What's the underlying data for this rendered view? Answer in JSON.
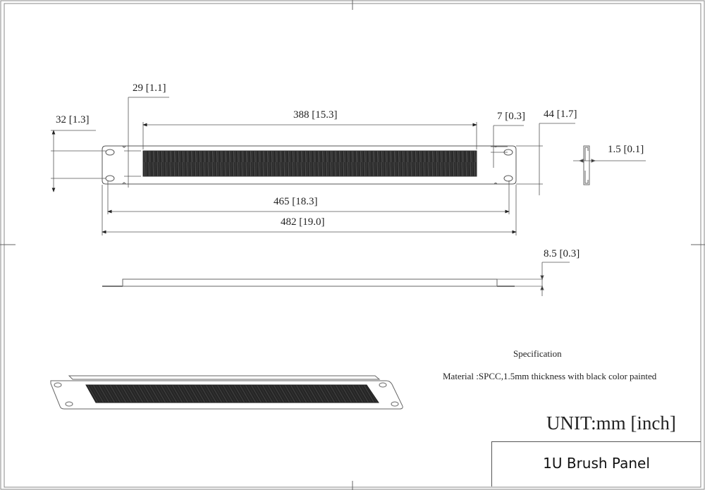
{
  "drawing": {
    "title": "1U Brush Panel",
    "unit_label": "UNIT:mm [inch]",
    "specification": {
      "heading": "Specification",
      "material": "Material :SPCC,1.5mm thickness with black color painted"
    },
    "dimensions": {
      "hole_spacing": "32 [1.3]",
      "brush_offset": "29 [1.1]",
      "brush_width": "388 [15.3]",
      "hole_edge": "7 [0.3]",
      "panel_height": "44 [1.7]",
      "thickness": "1.5 [0.1]",
      "hole_center_width": "465 [18.3]",
      "overall_width": "482 [19.0]",
      "flange_depth": "8.5 [0.3]"
    },
    "views": [
      "front-view",
      "side-section-view",
      "top-view",
      "isometric-view"
    ],
    "colors": {
      "line": "#555555",
      "brush": "#2a2a2a",
      "frame": "#888888"
    }
  }
}
